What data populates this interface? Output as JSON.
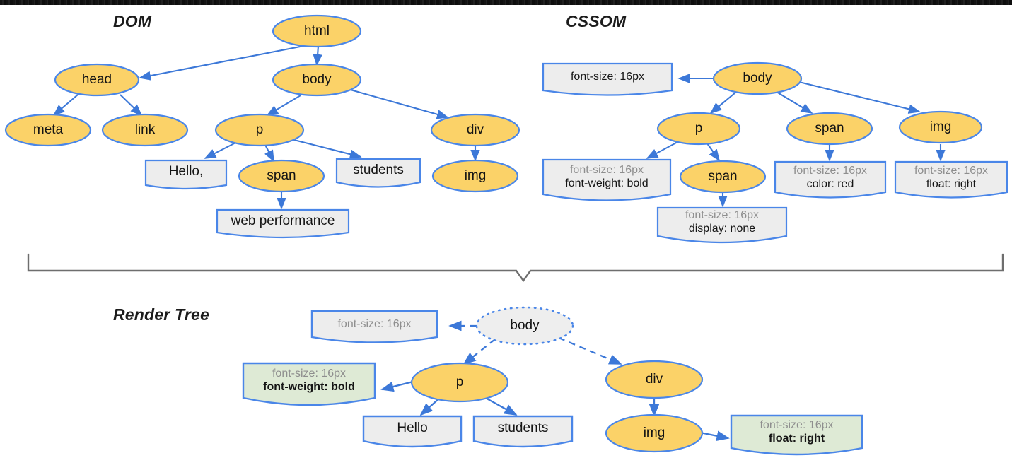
{
  "diagram": {
    "title_dom": "DOM",
    "title_cssom": "CSSOM",
    "title_render": "Render Tree",
    "colors": {
      "ellipse_fill": "#FBD268",
      "ellipse_stroke": "#4A86E8",
      "box_fill": "#EDEDED",
      "box_stroke": "#4A86E8",
      "green_box_fill": "#DEEAD5",
      "arrow": "#3C78D8",
      "grey_text": "#8E8E8E",
      "black_text": "#151515",
      "brace": "#6E6E6E"
    }
  },
  "dom": {
    "nodes": [
      {
        "id": "html",
        "label": "html",
        "shape": "ellipse"
      },
      {
        "id": "head",
        "label": "head",
        "shape": "ellipse"
      },
      {
        "id": "body",
        "label": "body",
        "shape": "ellipse"
      },
      {
        "id": "meta",
        "label": "meta",
        "shape": "ellipse"
      },
      {
        "id": "link",
        "label": "link",
        "shape": "ellipse"
      },
      {
        "id": "p",
        "label": "p",
        "shape": "ellipse"
      },
      {
        "id": "div",
        "label": "div",
        "shape": "ellipse"
      },
      {
        "id": "hello",
        "label": "Hello,",
        "shape": "box"
      },
      {
        "id": "span",
        "label": "span",
        "shape": "ellipse"
      },
      {
        "id": "students",
        "label": "students",
        "shape": "box"
      },
      {
        "id": "img",
        "label": "img",
        "shape": "ellipse"
      },
      {
        "id": "webperf",
        "label": "web performance",
        "shape": "box"
      }
    ],
    "edges": [
      {
        "from": "html",
        "to": "head"
      },
      {
        "from": "html",
        "to": "body"
      },
      {
        "from": "head",
        "to": "meta"
      },
      {
        "from": "head",
        "to": "link"
      },
      {
        "from": "body",
        "to": "p"
      },
      {
        "from": "body",
        "to": "div"
      },
      {
        "from": "p",
        "to": "hello"
      },
      {
        "from": "p",
        "to": "span"
      },
      {
        "from": "p",
        "to": "students"
      },
      {
        "from": "div",
        "to": "img"
      },
      {
        "from": "span",
        "to": "webperf"
      }
    ]
  },
  "cssom": {
    "nodes": [
      {
        "id": "body",
        "label": "body",
        "shape": "ellipse"
      },
      {
        "id": "p",
        "label": "p",
        "shape": "ellipse"
      },
      {
        "id": "span_top",
        "label": "span",
        "shape": "ellipse"
      },
      {
        "id": "img",
        "label": "img",
        "shape": "ellipse"
      },
      {
        "id": "span_child",
        "label": "span",
        "shape": "ellipse"
      },
      {
        "id": "body_rule",
        "shape": "box",
        "lines": [
          {
            "text": "font-size: 16px",
            "style": "black"
          }
        ]
      },
      {
        "id": "p_rule",
        "shape": "box",
        "lines": [
          {
            "text": "font-size: 16px",
            "style": "grey"
          },
          {
            "text": "font-weight: bold",
            "style": "black"
          }
        ]
      },
      {
        "id": "span_top_rule",
        "shape": "box",
        "lines": [
          {
            "text": "font-size: 16px",
            "style": "grey"
          },
          {
            "text": "color: red",
            "style": "black"
          }
        ]
      },
      {
        "id": "img_rule",
        "shape": "box",
        "lines": [
          {
            "text": "font-size: 16px",
            "style": "grey"
          },
          {
            "text": "float: right",
            "style": "black"
          }
        ]
      },
      {
        "id": "span_child_rule",
        "shape": "box",
        "lines": [
          {
            "text": "font-size: 16px",
            "style": "grey"
          },
          {
            "text": "display: none",
            "style": "black"
          }
        ]
      }
    ],
    "edges": [
      {
        "from": "body",
        "to": "body_rule"
      },
      {
        "from": "body",
        "to": "p"
      },
      {
        "from": "body",
        "to": "span_top"
      },
      {
        "from": "body",
        "to": "img"
      },
      {
        "from": "p",
        "to": "p_rule"
      },
      {
        "from": "p",
        "to": "span_child"
      },
      {
        "from": "span_top",
        "to": "span_top_rule"
      },
      {
        "from": "img",
        "to": "img_rule"
      },
      {
        "from": "span_child",
        "to": "span_child_rule"
      }
    ]
  },
  "render_tree": {
    "nodes": [
      {
        "id": "body",
        "label": "body",
        "shape": "ellipse-dotted"
      },
      {
        "id": "p",
        "label": "p",
        "shape": "ellipse"
      },
      {
        "id": "div",
        "label": "div",
        "shape": "ellipse"
      },
      {
        "id": "img",
        "label": "img",
        "shape": "ellipse"
      },
      {
        "id": "hello",
        "label": "Hello",
        "shape": "box"
      },
      {
        "id": "students",
        "label": "students",
        "shape": "box"
      },
      {
        "id": "body_rule",
        "shape": "box",
        "lines": [
          {
            "text": "font-size: 16px",
            "style": "grey"
          }
        ]
      },
      {
        "id": "p_rule",
        "shape": "box-green",
        "lines": [
          {
            "text": "font-size: 16px",
            "style": "grey"
          },
          {
            "text": "font-weight: bold",
            "style": "black"
          }
        ]
      },
      {
        "id": "img_rule",
        "shape": "box-green",
        "lines": [
          {
            "text": "font-size: 16px",
            "style": "grey"
          },
          {
            "text": "float: right",
            "style": "black"
          }
        ]
      }
    ],
    "edges": [
      {
        "from": "body",
        "to": "body_rule",
        "style": "dashed"
      },
      {
        "from": "body",
        "to": "p",
        "style": "dashed"
      },
      {
        "from": "body",
        "to": "div",
        "style": "dashed"
      },
      {
        "from": "p",
        "to": "p_rule",
        "style": "solid"
      },
      {
        "from": "p",
        "to": "hello",
        "style": "solid"
      },
      {
        "from": "p",
        "to": "students",
        "style": "solid"
      },
      {
        "from": "div",
        "to": "img",
        "style": "solid"
      },
      {
        "from": "img",
        "to": "img_rule",
        "style": "solid"
      }
    ]
  }
}
